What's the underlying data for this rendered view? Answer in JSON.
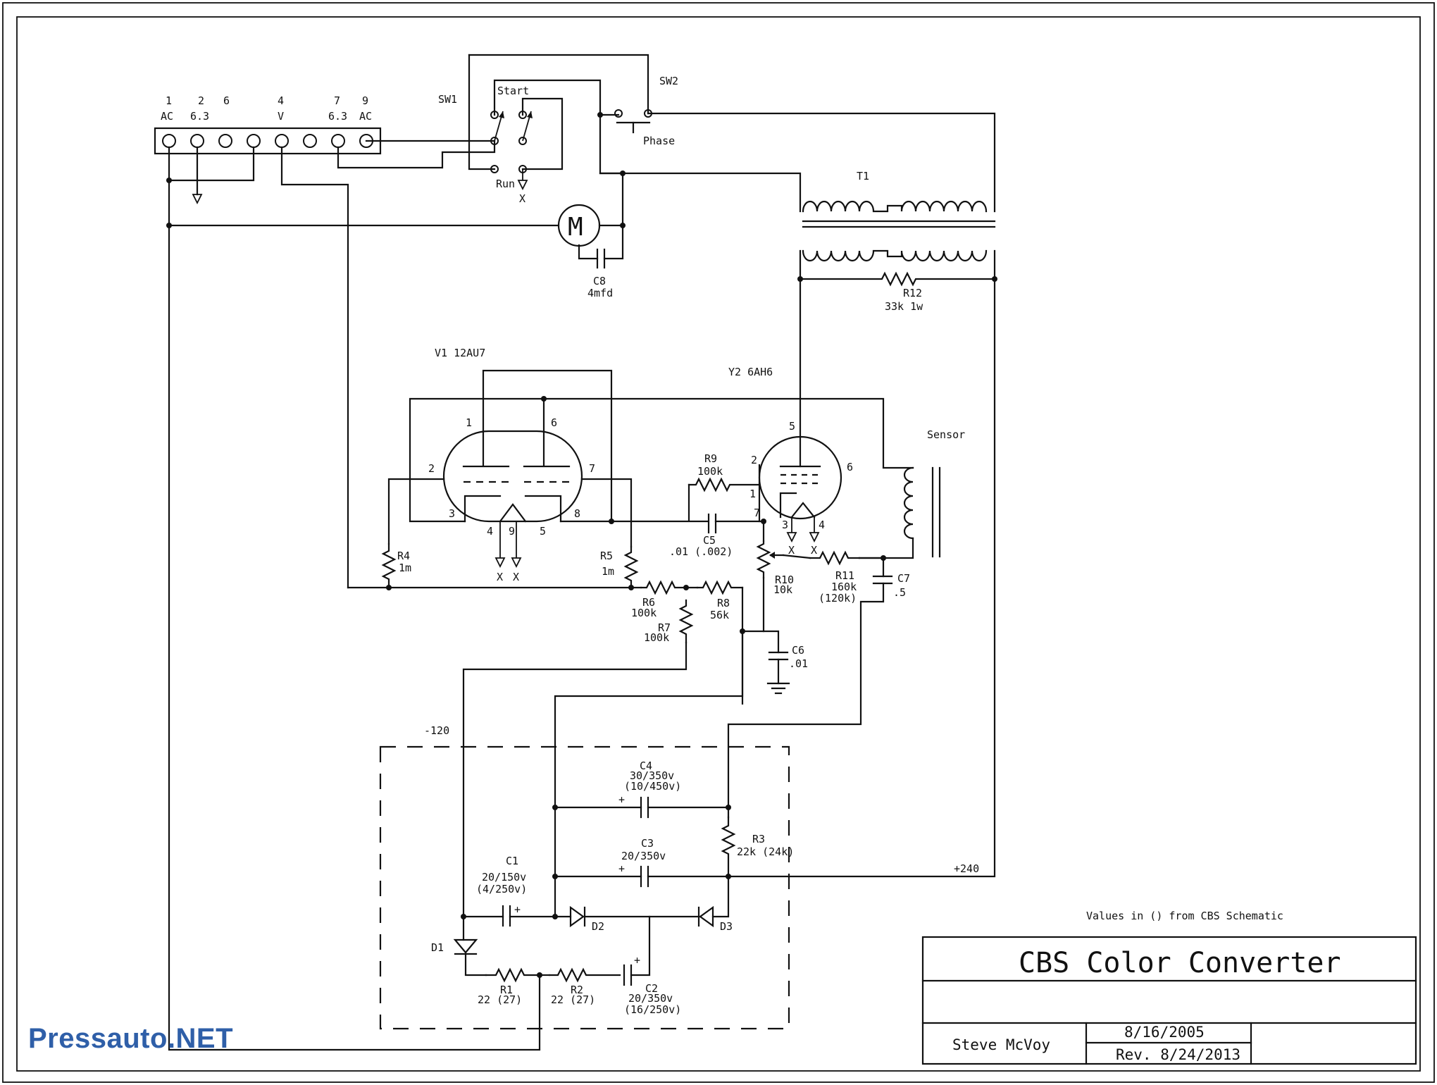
{
  "title": "CBS Color Converter",
  "author": "Steve McVoy",
  "date": "8/16/2005",
  "revision": "Rev. 8/24/2013",
  "note": "Values in () from CBS Schematic",
  "watermark": "Pressauto.NET",
  "terminal_strip": {
    "pin_numbers": [
      "1",
      "2",
      "6",
      "4",
      "7",
      "9"
    ],
    "pin_labels": [
      "AC",
      "6.3",
      "V",
      "6.3",
      "AC"
    ]
  },
  "switches": {
    "sw1": "SW1",
    "sw2": "SW2",
    "start": "Start",
    "run": "Run",
    "phase": "Phase"
  },
  "no_connect": "X",
  "motor_symbol": "M",
  "transformer": "T1",
  "tubes": {
    "v1": "V1 12AU7",
    "v2": "Y2 6AH6",
    "v1_pins": [
      "1",
      "6",
      "2",
      "7",
      "3",
      "8",
      "4",
      "9",
      "5"
    ],
    "v2_pins": [
      "5",
      "2",
      "6",
      "1",
      "7",
      "3",
      "4"
    ]
  },
  "sensor": "Sensor",
  "components": {
    "C8": {
      "name": "C8",
      "value": "4mfd"
    },
    "R12": {
      "name": "R12",
      "value": "33k 1w"
    },
    "R9": {
      "name": "R9",
      "value": "100k"
    },
    "C5": {
      "name": "C5",
      "value": ".01 (.002)"
    },
    "R4": {
      "name": "R4",
      "value": "1m"
    },
    "R5": {
      "name": "R5",
      "value": "1m"
    },
    "R6": {
      "name": "R6",
      "value": "100k"
    },
    "R7": {
      "name": "R7",
      "value": "100k"
    },
    "R8": {
      "name": "R8",
      "value": "56k"
    },
    "R10": {
      "name": "R10",
      "value": "10k"
    },
    "R11": {
      "name": "R11",
      "value": "160k",
      "alt": "(120k)"
    },
    "C7": {
      "name": "C7",
      "value": ".5"
    },
    "C6": {
      "name": "C6",
      "value": ".01"
    },
    "C4": {
      "name": "C4",
      "value": "30/350v",
      "alt": "(10/450v)"
    },
    "C3": {
      "name": "C3",
      "value": "20/350v"
    },
    "R3": {
      "name": "R3",
      "value": "22k (24k)"
    },
    "C1": {
      "name": "C1",
      "value": "20/150v",
      "alt": "(4/250v)"
    },
    "C2": {
      "name": "C2",
      "value": "20/350v",
      "alt": "(16/250v)"
    },
    "R1": {
      "name": "R1",
      "value": "22 (27)"
    },
    "R2": {
      "name": "R2",
      "value": "22 (27)"
    },
    "D1": {
      "name": "D1"
    },
    "D2": {
      "name": "D2"
    },
    "D3": {
      "name": "D3"
    }
  },
  "supply": {
    "neg": "-120",
    "pos": "+240"
  },
  "plus_sign": "+"
}
